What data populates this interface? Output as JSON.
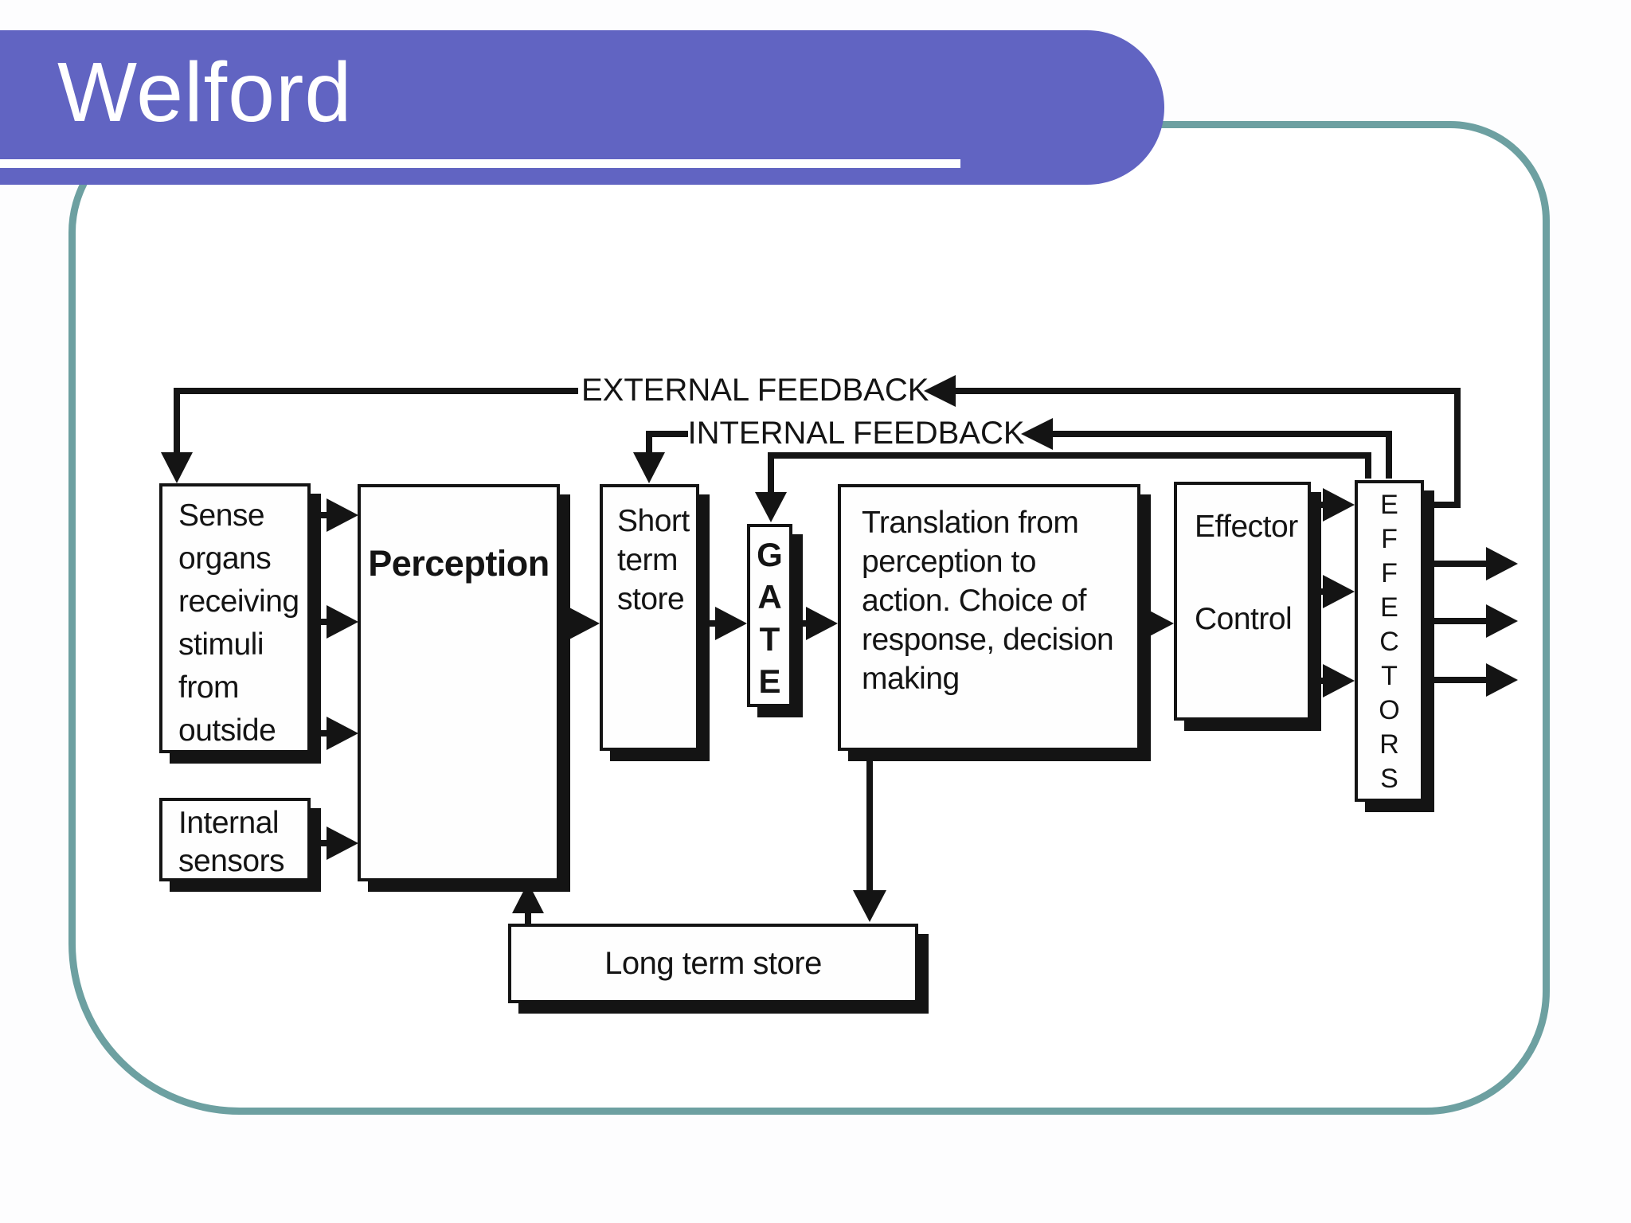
{
  "slide": {
    "title": "Welford",
    "accent_color": "#6164c2",
    "frame_color": "#6da0a1",
    "ink_color": "#141414"
  },
  "diagram": {
    "labels": {
      "external_feedback": "EXTERNAL FEEDBACK",
      "internal_feedback": "INTERNAL FEEDBACK"
    },
    "boxes": {
      "sense_organs": "Sense\norgans\nreceiving\nstimuli\nfrom\noutside",
      "internal_sensors": "Internal\nsensors",
      "perception": "Perception",
      "short_term_store": "Short\nterm\nstore",
      "gate": "G\nA\nT\nE",
      "translation": "Translation from\nperception to\naction. Choice of\nresponse, decision\nmaking",
      "effector_control": "Effector\n\nControl",
      "effectors": "E\nF\nF\nE\nC\nT\nO\nR\nS",
      "long_term_store": "Long term store"
    }
  }
}
